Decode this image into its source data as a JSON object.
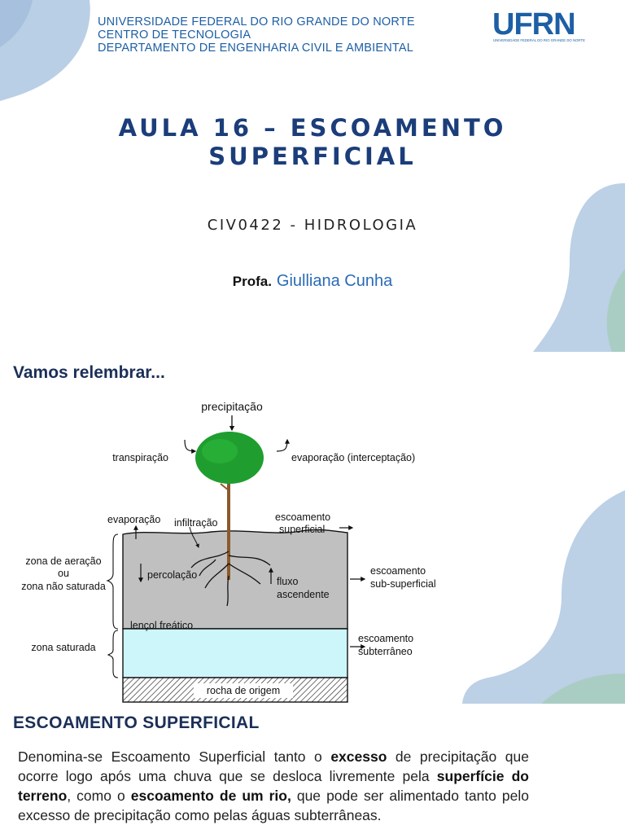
{
  "slide1": {
    "institution": [
      "UNIVERSIDADE FEDERAL DO RIO GRANDE  DO NORTE",
      "CENTRO DE TECNOLOGIA",
      "DEPARTAMENTO DE ENGENHARIA CIVIL E AMBIENTAL"
    ],
    "logo_text": "UFRN",
    "logo_subtitle": "UNIVERSIDADE FEDERAL DO RIO GRANDE DO NORTE",
    "title_line1": "AULA 16 – ESCOAMENTO",
    "title_line2": "SUPERFICIAL",
    "course": "CIV0422 - HIDROLOGIA",
    "prof_label": "Profa.",
    "prof_name": "Giulliana Cunha"
  },
  "slide2": {
    "recap_heading": "Vamos relembrar...",
    "diagram_labels": {
      "precipitation": "precipitação",
      "transpiration": "transpiração",
      "evap_interception": "evaporação (interceptação)",
      "evaporation": "evaporação",
      "infiltration": "infiltração",
      "surface_runoff_1": "escoamento",
      "surface_runoff_2": "superficial",
      "aeration_1": "zona de aeração",
      "aeration_2": "ou",
      "aeration_3": "zona não saturada",
      "percolation": "percolação",
      "upward_1": "fluxo",
      "upward_2": "ascendente",
      "subsurface_1": "escoamento",
      "subsurface_2": "sub-superficial",
      "water_table": "lençol freático",
      "saturated": "zona saturada",
      "groundwater_1": "escoamento",
      "groundwater_2": "subterrâneo",
      "bedrock": "rocha de origem"
    },
    "section_heading": "ESCOAMENTO SUPERFICIAL",
    "paragraph": {
      "p1": "Denomina-se Escoamento Superficial tanto o ",
      "b1": "excesso",
      "p2": " de precipitação que ocorre logo após uma chuva que se desloca livremente pela ",
      "b2": "superfície do  terreno",
      "p3": ", como o ",
      "b3": "escoamento de um rio,",
      "p4": " que pode ser alimentado tanto pelo  excesso de precipitação como pelas águas subterrâneas."
    }
  },
  "colors": {
    "institution_blue": "#1d5fa5",
    "title_navy": "#1b3d7a",
    "decor_blue": "#b9cfe6",
    "decor_green": "#a9cdc2",
    "soil_gray": "#c0c0c0",
    "water_cyan": "#ccf6f9",
    "tree_green": "#1f9e2f"
  }
}
